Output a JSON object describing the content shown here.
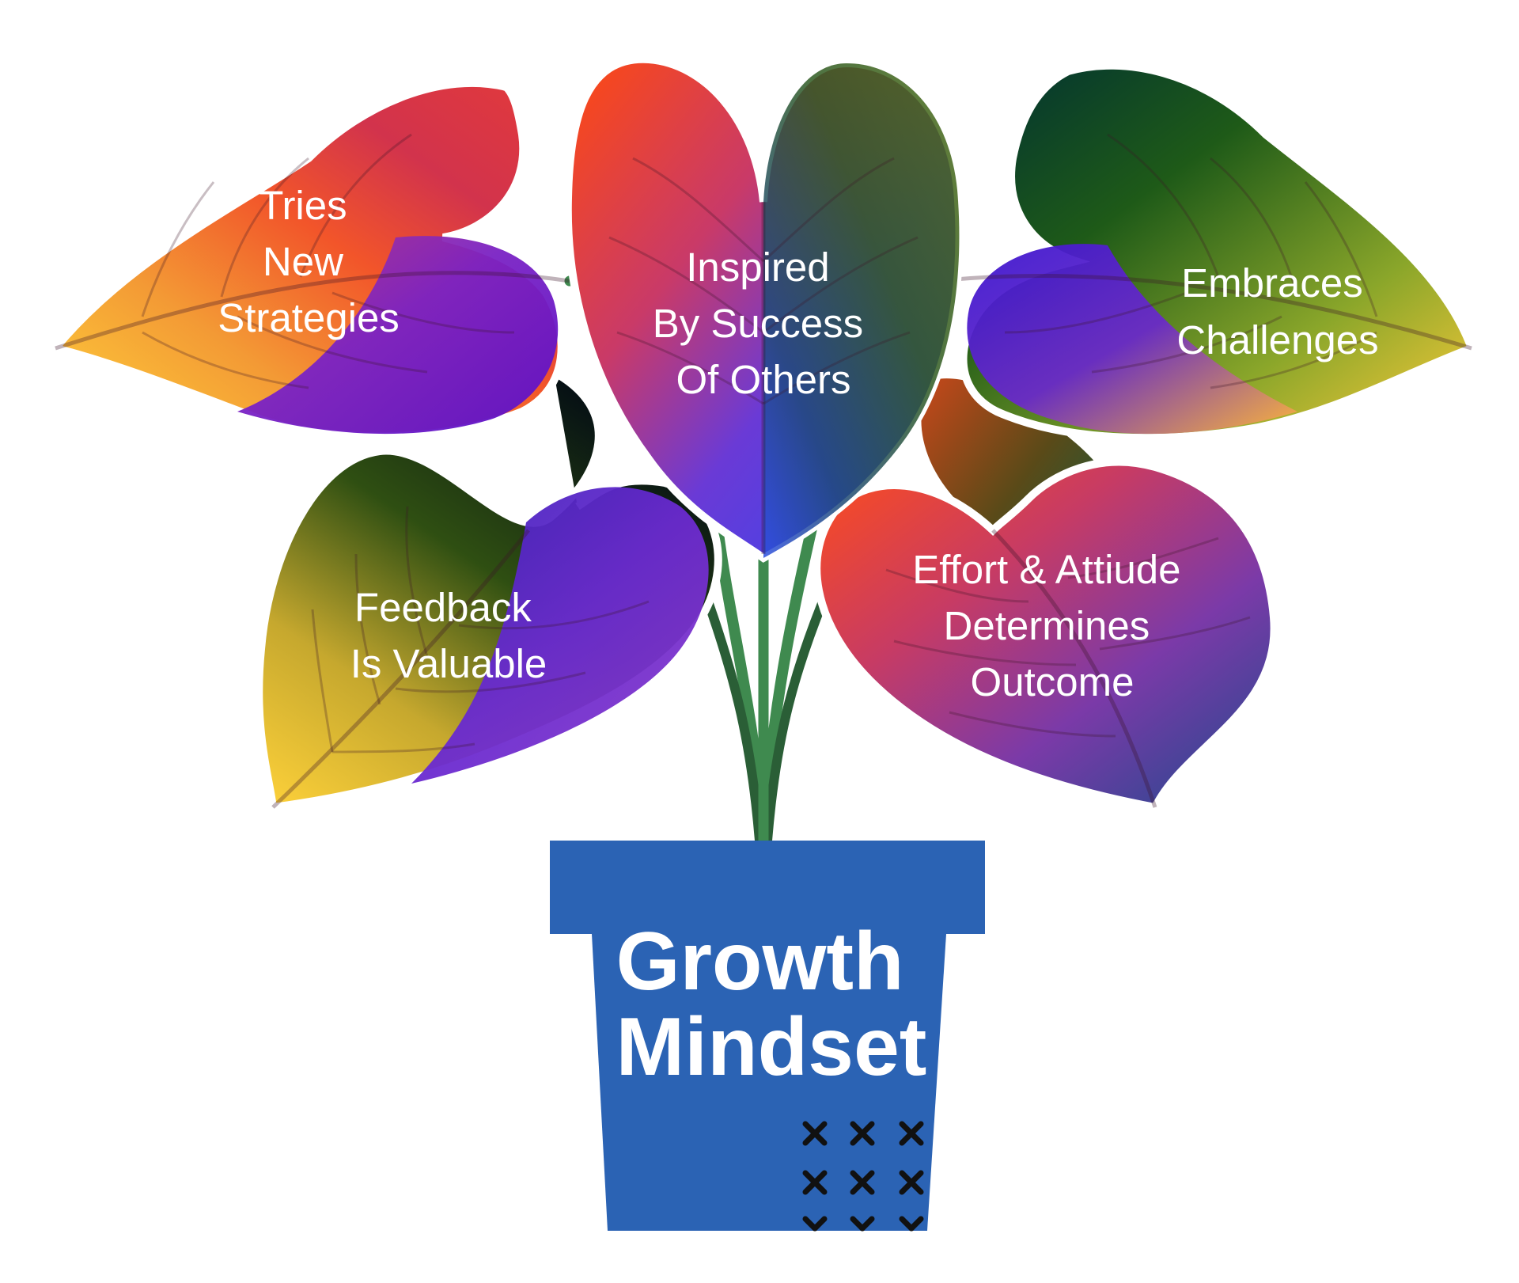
{
  "diagram": {
    "pot_label": [
      "Growth",
      "Mindset"
    ],
    "leaves": [
      {
        "id": "tries-new-strategies",
        "lines": [
          "Tries",
          "New",
          "Strategies"
        ]
      },
      {
        "id": "inspired-by-success",
        "lines": [
          "Inspired",
          "By Success",
          "Of Others"
        ]
      },
      {
        "id": "embraces-challenges",
        "lines": [
          "Embraces",
          "Challenges"
        ]
      },
      {
        "id": "feedback-is-valuable",
        "lines": [
          "Feedback",
          "Is Valuable"
        ]
      },
      {
        "id": "effort-attitude",
        "lines": [
          "Effort & Attiude",
          "Determines",
          "Outcome"
        ]
      }
    ],
    "colors": {
      "pot": "#2b63b4",
      "stem": "#3f8a4f",
      "stem_dark": "#2a5e36",
      "marks": "#111111",
      "text": "#ffffff"
    }
  }
}
